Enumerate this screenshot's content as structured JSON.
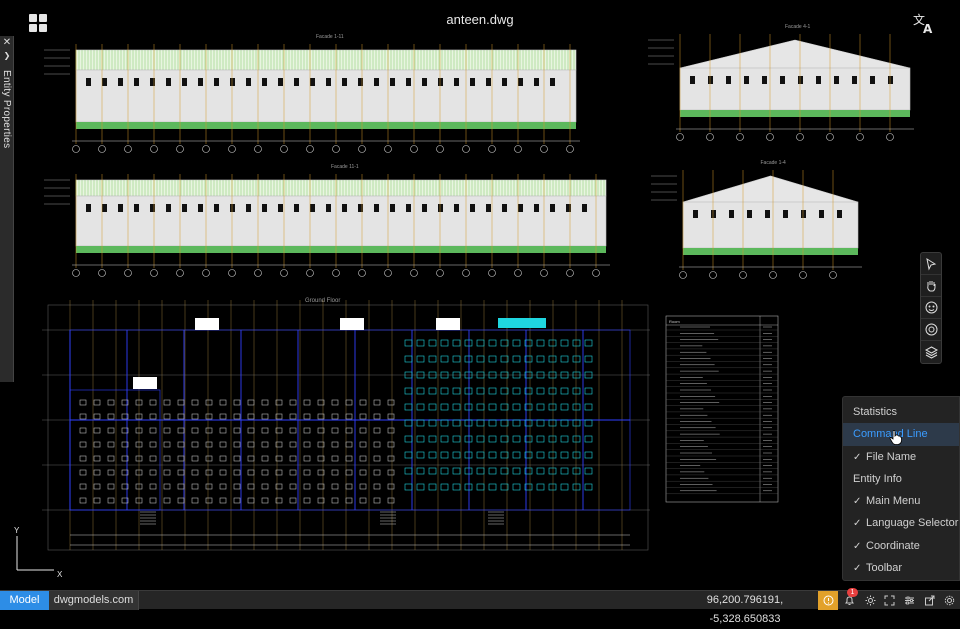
{
  "app": {
    "file_title": "anteen.dwg"
  },
  "side_panel": {
    "close_glyph": "✕",
    "collapse_glyph": "❯",
    "label": "Entity Properties"
  },
  "drawing": {
    "elevation_titles": [
      "Facade 1-11",
      "Facade 4-1",
      "Facade 11-1",
      "Facade 1-4"
    ],
    "plan_title": "Ground Floor",
    "table_header": "Room"
  },
  "toolbar": {
    "icons": [
      "select-arrow-icon",
      "pan-hand-icon",
      "snap-icon",
      "zoom-icon",
      "layers-icon"
    ]
  },
  "menu": {
    "items": [
      {
        "label": "Statistics",
        "checked": false,
        "highlighted": false
      },
      {
        "label": "Command Line",
        "checked": false,
        "highlighted": true
      },
      {
        "label": "File Name",
        "checked": true,
        "highlighted": false
      },
      {
        "label": "Entity Info",
        "checked": false,
        "highlighted": false
      },
      {
        "label": "Main Menu",
        "checked": true,
        "highlighted": false
      },
      {
        "label": "Language Selector",
        "checked": true,
        "highlighted": false
      },
      {
        "label": "Coordinate",
        "checked": true,
        "highlighted": false
      },
      {
        "label": "Toolbar",
        "checked": true,
        "highlighted": false
      }
    ],
    "check_glyph": "✓"
  },
  "axis": {
    "y_label": "Y",
    "x_label": "X"
  },
  "status": {
    "model_tab": "Model",
    "layout_tab": "dwgmodels.com",
    "coordinates": "96,200.796191, -5,328.650833",
    "notification_count": "1"
  },
  "colors": {
    "accent": "#2d8de6",
    "highlight_text": "#3b9cff",
    "warning": "#e2a12a",
    "cad_green": "#5cb85c",
    "cad_cyan": "#1fd6e0",
    "cad_blue": "#3040ff"
  }
}
